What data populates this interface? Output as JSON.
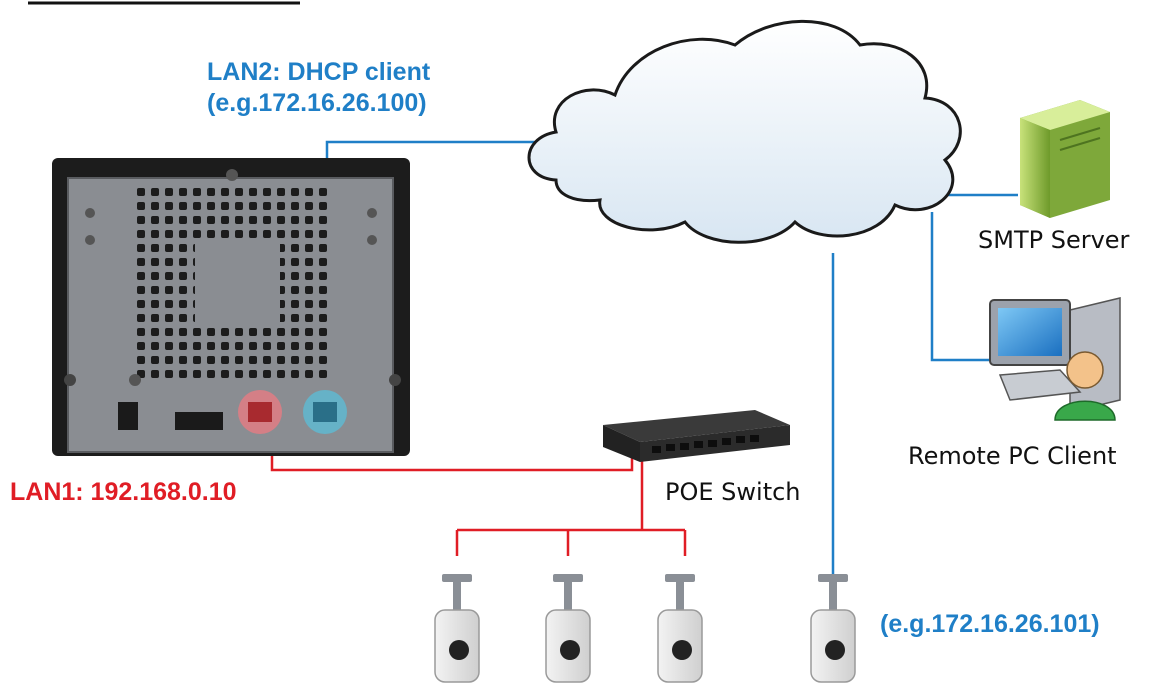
{
  "labels": {
    "lan2_line1": "LAN2: DHCP client",
    "lan2_line2": "(e.g.172.16.26.100)",
    "lan1": "LAN1: 192.168.0.10",
    "poe_switch": "POE Switch",
    "smtp_server": "SMTP Server",
    "remote_pc": "Remote PC Client",
    "camera_ip": "(e.g.172.16.26.101)"
  },
  "colors": {
    "lan1": "#e01d25",
    "lan2": "#1f7fc7"
  },
  "icons": [
    "nvr-back-panel",
    "cloud-icon",
    "server-icon",
    "pc-client-icon",
    "switch-icon",
    "ip-camera-icon"
  ]
}
